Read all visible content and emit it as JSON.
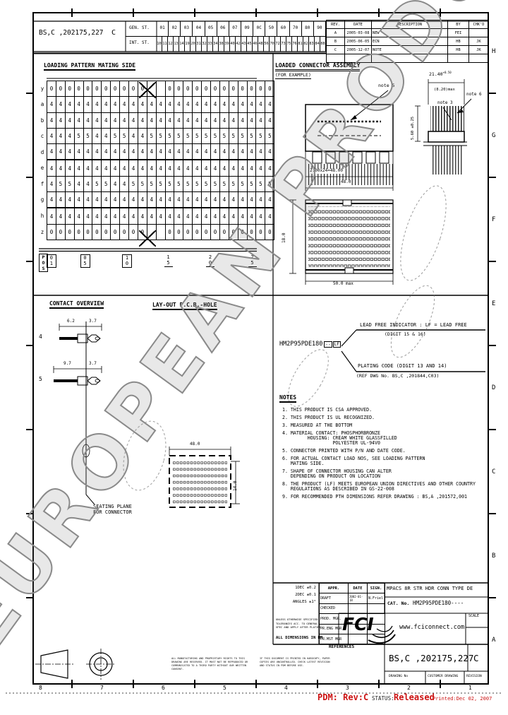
{
  "colors": {
    "red": "#cc1111",
    "ink": "#000000",
    "watermark": "#8a8a8a"
  },
  "watermark_text": "EUROPEAN PRODUCT",
  "top_band": {
    "doc_no": "BS,C ,202175,227",
    "rev": "C",
    "gen_label": "GEN. ST.",
    "int_label": "INT. ST.",
    "gen_st": [
      "01",
      "02",
      "03",
      "04",
      "05",
      "06",
      "07",
      "09",
      "0C",
      "50",
      "60",
      "70",
      "80",
      "90"
    ],
    "int_st": [
      "10",
      "11",
      "12",
      "13",
      "14",
      "19",
      "20",
      "31",
      "32",
      "33",
      "34",
      "38",
      "39",
      "40",
      "42",
      "43",
      "45",
      "46",
      "48",
      "56",
      "70",
      "72",
      "73",
      "75",
      "76",
      "81",
      "82",
      "83",
      "84",
      "88"
    ],
    "rev_table": {
      "headers": [
        "REV.",
        "DATE",
        "DESCRIPTION",
        "BY",
        "CHK'D"
      ],
      "rows": [
        [
          "A",
          "2005-03-08",
          "NEW",
          "FEI",
          ""
        ],
        [
          "B",
          "2005-06-05",
          "ECN",
          "HB",
          "JK"
        ],
        [
          "C",
          "2005-12-07",
          "NOTE",
          "HB",
          "JK"
        ],
        [
          "",
          "",
          "",
          "",
          ""
        ]
      ]
    }
  },
  "loading_pattern": {
    "title": "LOADING PATTERN MATING SIDE",
    "pos_label": "P\nO\nS",
    "rows": [
      {
        "label": "y",
        "cells": [
          "0",
          "0",
          "0",
          "0",
          "0",
          "0",
          "0",
          "0",
          "0",
          "0",
          "0",
          "XL",
          "XR",
          "0",
          "0",
          "0",
          "0",
          "0",
          "0",
          "0",
          "0",
          "0",
          "0",
          "0",
          "0"
        ]
      },
      {
        "label": "a",
        "cells": [
          "4",
          "4",
          "4",
          "4",
          "4",
          "4",
          "4",
          "4",
          "4",
          "4",
          "4",
          "4",
          "4",
          "4",
          "4",
          "4",
          "4",
          "4",
          "4",
          "4",
          "4",
          "4",
          "4",
          "4",
          "4"
        ]
      },
      {
        "label": "b",
        "cells": [
          "4",
          "4",
          "4",
          "4",
          "4",
          "4",
          "4",
          "4",
          "4",
          "4",
          "4",
          "4",
          "4",
          "4",
          "4",
          "4",
          "4",
          "4",
          "4",
          "4",
          "4",
          "4",
          "4",
          "4",
          "4"
        ]
      },
      {
        "label": "c",
        "cells": [
          "4",
          "4",
          "4",
          "5",
          "5",
          "4",
          "4",
          "5",
          "5",
          "4",
          "4",
          "5",
          "5",
          "5",
          "5",
          "5",
          "5",
          "5",
          "5",
          "5",
          "5",
          "5",
          "5",
          "5",
          "5"
        ]
      },
      {
        "label": "d",
        "cells": [
          "4",
          "4",
          "4",
          "4",
          "4",
          "4",
          "4",
          "4",
          "4",
          "4",
          "4",
          "4",
          "4",
          "4",
          "4",
          "4",
          "4",
          "4",
          "4",
          "4",
          "4",
          "4",
          "4",
          "4",
          "4"
        ]
      },
      {
        "label": "e",
        "cells": [
          "4",
          "4",
          "4",
          "4",
          "4",
          "4",
          "4",
          "4",
          "4",
          "4",
          "4",
          "4",
          "4",
          "4",
          "4",
          "4",
          "4",
          "4",
          "4",
          "4",
          "4",
          "4",
          "4",
          "4",
          "4"
        ]
      },
      {
        "label": "f",
        "cells": [
          "4",
          "5",
          "5",
          "4",
          "4",
          "5",
          "5",
          "4",
          "4",
          "5",
          "5",
          "5",
          "5",
          "5",
          "5",
          "5",
          "5",
          "5",
          "5",
          "5",
          "5",
          "5",
          "5",
          "5",
          "5"
        ]
      },
      {
        "label": "g",
        "cells": [
          "4",
          "4",
          "4",
          "4",
          "4",
          "4",
          "4",
          "4",
          "4",
          "4",
          "4",
          "4",
          "4",
          "4",
          "4",
          "4",
          "4",
          "4",
          "4",
          "4",
          "4",
          "4",
          "4",
          "4",
          "4"
        ]
      },
      {
        "label": "h",
        "cells": [
          "4",
          "4",
          "4",
          "4",
          "4",
          "4",
          "4",
          "4",
          "4",
          "4",
          "4",
          "4",
          "4",
          "4",
          "4",
          "4",
          "4",
          "4",
          "4",
          "4",
          "4",
          "4",
          "4",
          "4",
          "4"
        ]
      },
      {
        "label": "z",
        "cells": [
          "0",
          "0",
          "0",
          "0",
          "0",
          "0",
          "0",
          "0",
          "0",
          "0",
          "0",
          "XL",
          "XR",
          "0",
          "0",
          "0",
          "0",
          "0",
          "0",
          "0",
          "0",
          "0",
          "0",
          "0",
          "0"
        ]
      }
    ],
    "positions": [
      {
        "v": "01",
        "boxed": true
      },
      {
        "v": "05",
        "boxed": true
      },
      {
        "v": "10",
        "boxed": true
      },
      {
        "v": "15",
        "boxed": false
      },
      {
        "v": "20",
        "boxed": false
      },
      {
        "v": "25",
        "boxed": false
      }
    ]
  },
  "assembly": {
    "title": "LOADED CONNECTOR ASSEMBLY",
    "subtitle": "(FOR EXAMPLE)",
    "note3": "note 3",
    "note5": "note 5",
    "note6": "note 6",
    "dim_top": "21.40",
    "dim_top_tol": "+0.50",
    "dim_820": "(8.20)max",
    "dim_560": "5.60 ±0.25",
    "dim_pitch": "2.00x24=48.00",
    "dim_48": "48.0",
    "dim_18": "18.0",
    "dim_50": "50.0 max"
  },
  "contact_overview": {
    "title": "CONTACT OVERVIEW",
    "c4_id": "4",
    "c4_dim1": "6.2",
    "c4_dim2": "3.7",
    "c5_id": "5",
    "c5_dim1": "9.7",
    "c5_dim2": "3.7",
    "seating_note": "SEATING PLANE\nFOR CONNECTOR"
  },
  "pcb_layout": {
    "title": "LAY-OUT P.C.B.-HOLE",
    "dim_w": "48.0",
    "dim_h": "14.0"
  },
  "part_number": {
    "base": "HM2P95PDE180",
    "suffix_blank": "--",
    "suffix_lf": "LF",
    "leadfree_line1": "LEAD FREE INDICATOR : LF = LEAD FREE",
    "leadfree_line2": "(DIGIT 15 & 16)",
    "plating_line1": "PLATING CODE (DIGIT 13 AND 14)",
    "plating_line2": "(REF DWG No. BS,C ,201844,C03)"
  },
  "notes": {
    "title": "NOTES",
    "items": [
      "1. THIS PRODUCT IS CSA APPROVED.",
      "2. THIS PRODUCT IS UL RECOGNIZED.",
      "3. MEASURED AT THE BOTTOM",
      "4. MATERIAL CONTACT: PHOSPHORBRONZE\n         HOUSING: CREAM WHITE GLASSFILLED\n                  POLYESTER UL-94V0",
      "5. CONNECTOR PRINTED WITH P/N AND DATE CODE.",
      "6. FOR ACTUAL CONTACT LOAD NOS, SEE LOADING PATTERN\n   MATING SIDE.",
      "7. SHAPE OF CONNECTOR HOUSING CAN ALTER\n   DEPENDING ON PRODUCT ON LOCATION",
      "8. THE PRODUCT (LF) MEETS EUROPEAN UNION DIRECTIVES AND OTHER COUNTRY\n   REGULATIONS AS DESCRIBED IN GS-22-008",
      "9. FOR RECOMMENDED PTH DIMENSIONS REFER DRAWING : BS,A ,201572,001"
    ]
  },
  "title_block": {
    "tol1": "1DEC ±0.2",
    "tol2": "2DEC ±0.1",
    "tol3": "ANGLES ±1°",
    "small_note": "UNLESS OTHERWISE SPECIFIED\nTOLERANCES ACC. TO GENERAL\nSPEC AND APPLY AFTER PLATING",
    "dims_note": "ALL DIMENSIONS IN MM",
    "appr_headers": [
      "APPR.",
      "DATE",
      "SIGN."
    ],
    "appr_rows": [
      [
        "DRAFT",
        "2002-01-18",
        "N.Friel"
      ],
      [
        "CHECKED",
        "",
        ""
      ],
      [
        "PROD. MGR.",
        "",
        ""
      ],
      [
        "PR.ENG MGR",
        "",
        ""
      ],
      [
        "PR.MST MGR",
        "",
        ""
      ]
    ],
    "references_label": "REFERENCES",
    "title_line": "MPACS 8R STR HDR CONN TYPE DE",
    "cat_label": "CAT. No.",
    "cat_no": "HM2P95PDE180----",
    "brand": "FCI",
    "website": "www.fciconnect.com",
    "scale_label": "SCALE",
    "drawing_no": "BS,C ,202175,227",
    "rev": "C",
    "drawing_no_label": "DRAWING No",
    "customer_label": "CUSTOMER DRAWING",
    "revision_label": "REVISION",
    "legal_left": "ALL MANUFACTURING AND PROPRIETARY RIGHTS TO THIS DRAWING ARE RESERVED. IT MUST NOT BE REPRODUCED OR COMMUNICATED TO A THIRD PARTY WITHOUT OUR WRITTEN CONSENT.",
    "legal_right": "IF THIS DOCUMENT IS PRINTED IN HARDCOPY, PAPER COPIES ARE UNCONTROLLED. CHECK LATEST REVISION AND STATUS IN PDM BEFORE USE."
  },
  "footer": {
    "pdm": "PDM: Rev:C",
    "status_label": "STATUS:",
    "status_value": "Released",
    "printed": "Printed:Dec 02, 2007"
  },
  "frame": {
    "letters": [
      "H",
      "G",
      "F",
      "E",
      "D",
      "C",
      "B",
      "A"
    ],
    "numbers": [
      "8",
      "7",
      "6",
      "5",
      "4",
      "3",
      "2",
      "1"
    ]
  }
}
